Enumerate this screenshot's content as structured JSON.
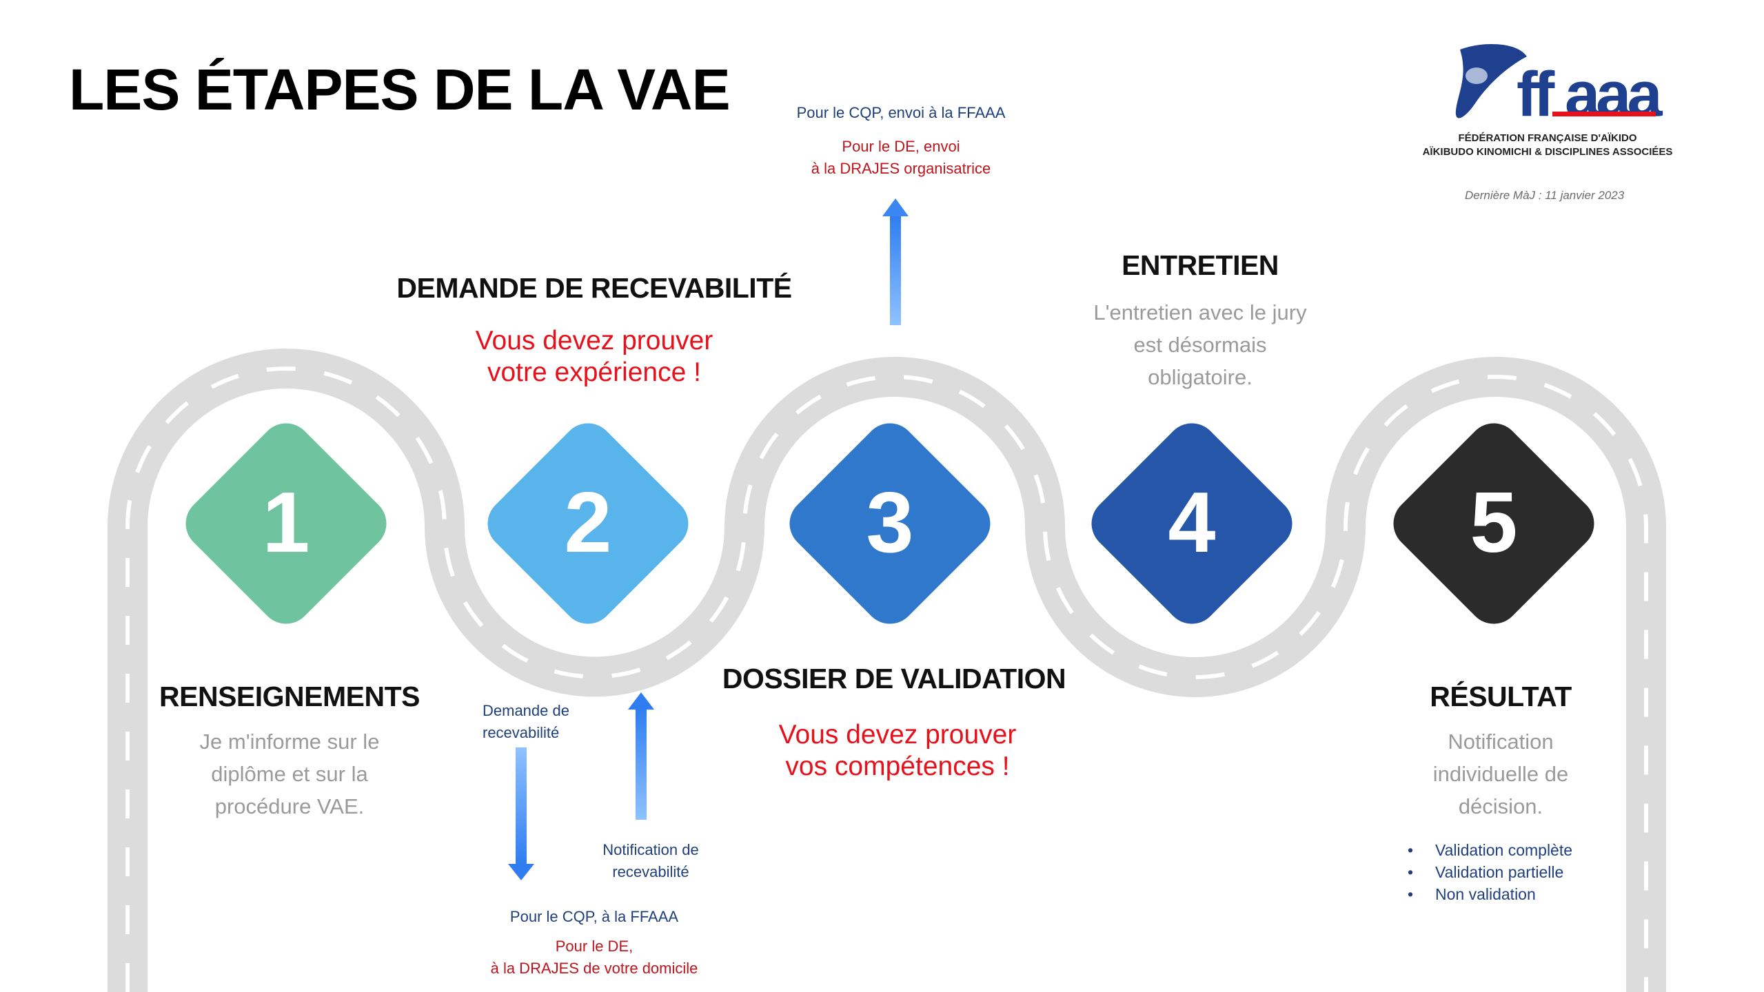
{
  "title": "LES ÉTAPES DE LA VAE",
  "logo": {
    "line1": "FÉDÉRATION FRANÇAISE D'AÏKIDO",
    "line2": "AÏKIBUDO KINOMICHI & DISCIPLINES ASSOCIÉES",
    "brand_colors": [
      "#1f3f8f",
      "#e8101a"
    ]
  },
  "last_update": "Dernière MàJ :  11 janvier 2023",
  "steps": [
    {
      "number": "1",
      "color": "#6fc49f"
    },
    {
      "number": "2",
      "color": "#5ab4ec"
    },
    {
      "number": "3",
      "color": "#2f78cc"
    },
    {
      "number": "4",
      "color": "#2656a9"
    },
    {
      "number": "5",
      "color": "#2b2b2b"
    }
  ],
  "step1": {
    "heading": "RENSEIGNEMENTS",
    "body": [
      "Je m'informe sur le",
      "diplôme et sur la",
      "procédure VAE."
    ]
  },
  "step2": {
    "heading": "DEMANDE DE RECEVABILITÉ",
    "emphasis": [
      "Vous devez prouver",
      "votre expérience !"
    ],
    "arrow_down_label": [
      "Demande de",
      "recevabilité"
    ],
    "arrow_up_label": [
      "Notification de",
      "recevabilité"
    ],
    "note_blue": "Pour le CQP, à la FFAAA",
    "note_red": [
      "Pour le DE,",
      "à la DRAJES de votre domicile"
    ]
  },
  "step3": {
    "heading": "DOSSIER DE VALIDATION",
    "emphasis": [
      "Vous devez prouver",
      "vos compétences !"
    ],
    "note_blue": "Pour le CQP, envoi à la FFAAA",
    "note_red": [
      "Pour le DE, envoi",
      "à la DRAJES organisatrice"
    ]
  },
  "step4": {
    "heading": "ENTRETIEN",
    "body": [
      "L'entretien avec le jury",
      "est désormais",
      "obligatoire."
    ]
  },
  "step5": {
    "heading": "RÉSULTAT",
    "body": [
      "Notification",
      "individuelle de",
      "décision."
    ],
    "results": [
      "Validation complète",
      "Validation partielle",
      "Non validation"
    ]
  },
  "colors": {
    "road": "#dcdcdc",
    "road_dash": "#ffffff",
    "arrow": "#4b93f0",
    "emphasis_red": "#e8101a",
    "note_blue": "#1e3f7a"
  }
}
